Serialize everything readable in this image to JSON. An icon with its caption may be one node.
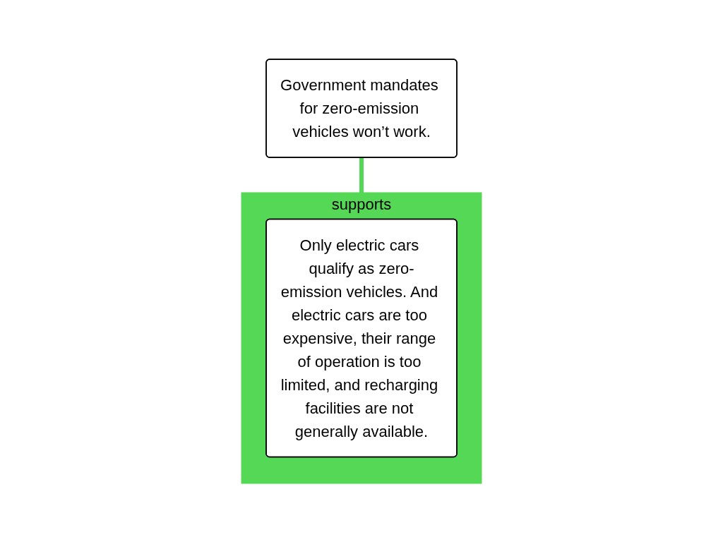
{
  "diagram": {
    "nodes": [
      {
        "text": [
          "Government mandates for zero-emission vehicles won’t work."
        ]
      },
      {
        "text": [
          "supports"
        ]
      },
      {
        "text": [
          "Only electric cars qualify as zero-emission vehicles. And electric cars are too expensive, their range of operation is too limited, and recharging facilities are not generally available."
        ],
        "in": 1
      }
    ],
    "edges": [
      {
        "from": 1,
        "to": 0,
        "arrow": "none"
      }
    ]
  }
}
